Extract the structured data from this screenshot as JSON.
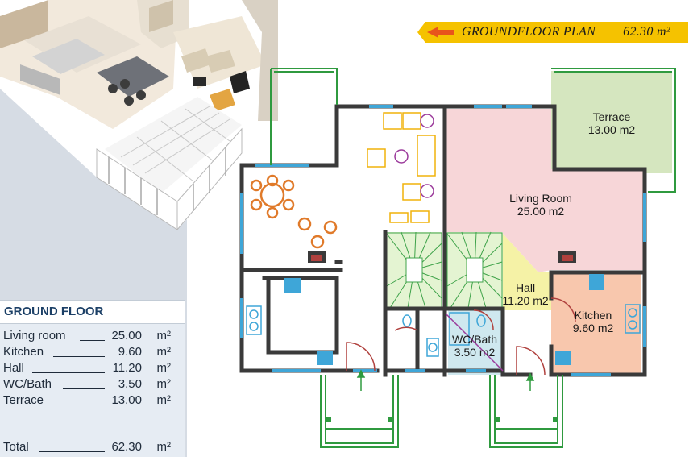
{
  "banner": {
    "title": "GROUNDFLOOR PLAN",
    "area": "62.30 m²"
  },
  "summary": {
    "heading": "GROUND FLOOR",
    "rows": [
      {
        "label": "Living room",
        "value": "25.00",
        "unit": "m²"
      },
      {
        "label": "Kitchen",
        "value": "9.60",
        "unit": "m²"
      },
      {
        "label": "Hall",
        "value": "11.20",
        "unit": "m²"
      },
      {
        "label": "WC/Bath",
        "value": "3.50",
        "unit": "m²"
      },
      {
        "label": "Terrace",
        "value": "13.00",
        "unit": "m²"
      }
    ],
    "total": {
      "label": "Total",
      "value": "62.30",
      "unit": "m²"
    }
  },
  "rooms": {
    "terrace": {
      "name": "Terrace",
      "area": "13.00 m2"
    },
    "living": {
      "name": "Living Room",
      "area": "25.00 m2"
    },
    "hall": {
      "name": "Hall",
      "area": "11.20 m2"
    },
    "kitchen": {
      "name": "Kitchen",
      "area": "9.60 m2"
    },
    "wcbath": {
      "name": "WC/Bath",
      "area": "3.50 m2"
    }
  },
  "colors": {
    "banner": "#f5c200",
    "banner_arrow": "#e8541c",
    "living": "#f7d6d8",
    "terrace": "#d5e6bf",
    "hall": "#f5f2a6",
    "kitchen": "#f8c7ad",
    "wcbath": "#cfe8ef",
    "walls": "#3a3a3a",
    "windows": "#3ea6d8",
    "railing": "#2f9a3f",
    "stairs": "#d9f2c4",
    "furniture_orange": "#e07a2a",
    "furniture_purple": "#9b3a9b",
    "heading": "#1b3f66"
  }
}
